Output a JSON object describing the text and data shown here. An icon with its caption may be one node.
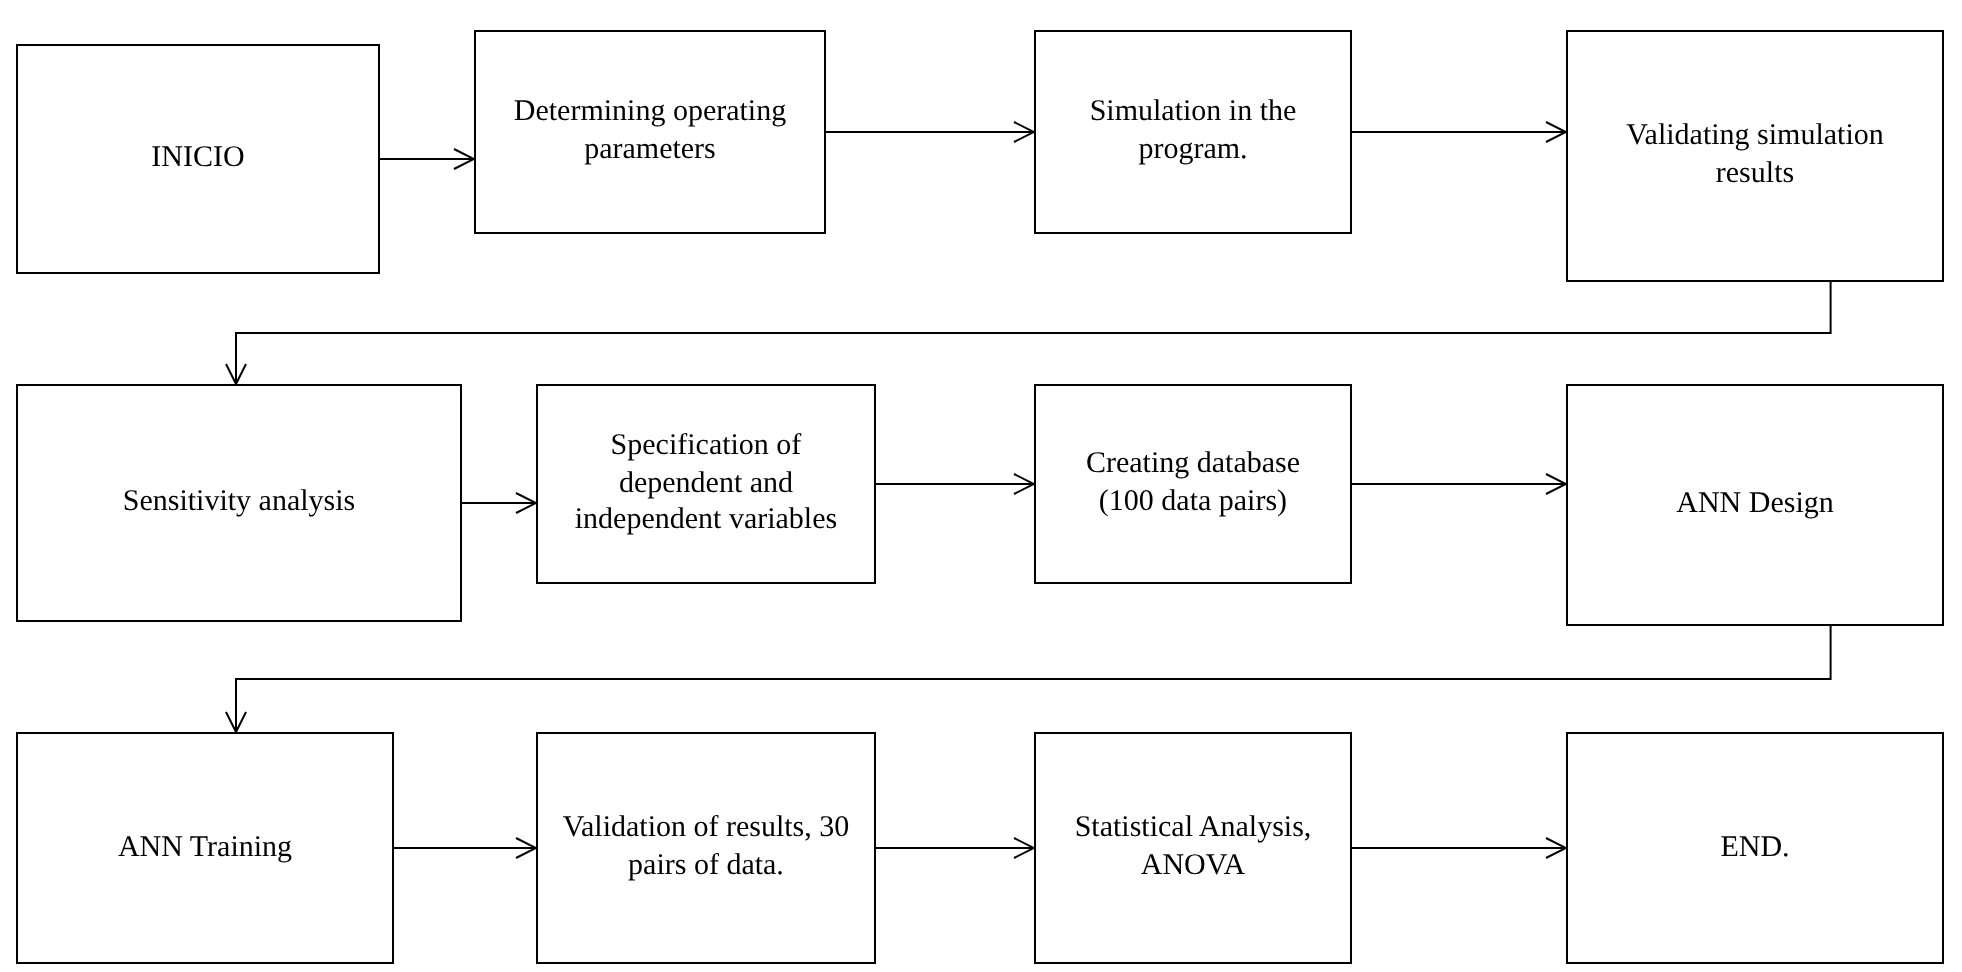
{
  "diagram": {
    "nodes": [
      {
        "text": [
          "INICIO"
        ]
      },
      {
        "text": [
          "Determining operating parameters"
        ]
      },
      {
        "text": [
          "Simulation in the program."
        ]
      },
      {
        "text": [
          "Validating simulation results"
        ]
      },
      {
        "text": [
          "Sensitivity analysis"
        ]
      },
      {
        "text": [
          "Specification of dependent and independent variables"
        ]
      },
      {
        "text": [
          "Creating database (100 data pairs)"
        ]
      },
      {
        "text": [
          "ANN Design"
        ]
      },
      {
        "text": [
          "ANN Training"
        ]
      },
      {
        "text": [
          "Validation of results, 30 pairs of data."
        ]
      },
      {
        "text": [
          "Statistical Analysis, ANOVA"
        ]
      },
      {
        "text": [
          "END."
        ]
      }
    ],
    "edges": [
      {
        "from": 0,
        "to": 1,
        "arrow": "to"
      },
      {
        "from": 1,
        "to": 2,
        "arrow": "to"
      },
      {
        "from": 2,
        "to": 3,
        "arrow": "to"
      },
      {
        "from": 3,
        "to": 4,
        "arrow": "to"
      },
      {
        "from": 4,
        "to": 5,
        "arrow": "to"
      },
      {
        "from": 5,
        "to": 6,
        "arrow": "to"
      },
      {
        "from": 6,
        "to": 7,
        "arrow": "to"
      },
      {
        "from": 7,
        "to": 8,
        "arrow": "to"
      },
      {
        "from": 8,
        "to": 9,
        "arrow": "to"
      },
      {
        "from": 9,
        "to": 10,
        "arrow": "to"
      },
      {
        "from": 10,
        "to": 11,
        "arrow": "to"
      }
    ]
  }
}
